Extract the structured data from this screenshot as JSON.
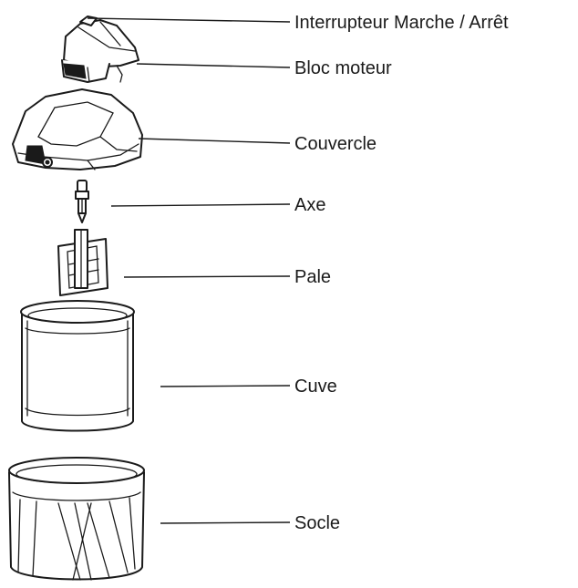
{
  "diagram": {
    "labels": {
      "switch": "Interrupteur Marche / Arrêt",
      "motor": "Bloc moteur",
      "lid": "Couvercle",
      "axle": "Axe",
      "blade": "Pale",
      "bowl": "Cuve",
      "base": "Socle"
    }
  }
}
